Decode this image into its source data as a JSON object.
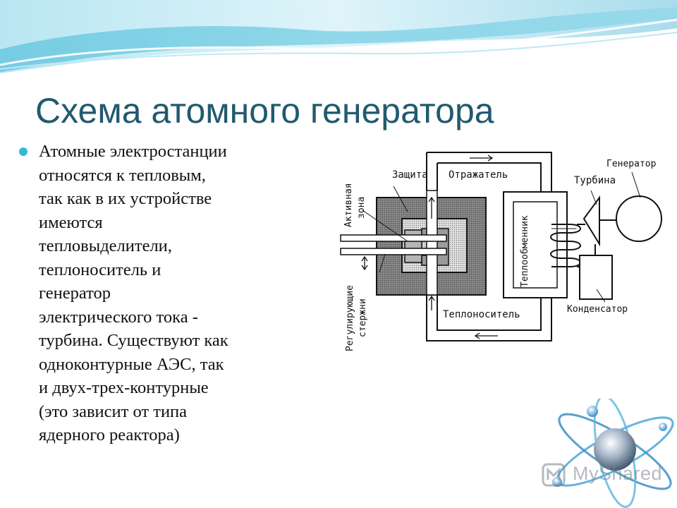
{
  "slide": {
    "title": "Схема атомного генератора",
    "body": "Атомные электростанции относятся к тепловым, так как в их устройстве имеются тепловыделители, теплоноситель и генератор электрического тока - турбина. Существуют как одноконтурные АЭС, так и двух-трех-контурные (это зависит от типа ядерного реактора)",
    "body_lines": [
      "Атомные электростанции",
      "относятся к тепловым,",
      "так как в их устройстве",
      "имеются",
      "тепловыделители,",
      "теплоноситель и",
      "генератор",
      "электрического тока -",
      "турбина. Существуют как",
      "одноконтурные АЭС, так",
      "и двух-трех-контурные",
      "(это зависит от типа",
      "ядерного реактора)"
    ],
    "watermark": "MyShared"
  },
  "diagram": {
    "labels": {
      "active_zone_1": "Активная",
      "active_zone_2": "зона",
      "protection": "Защита",
      "reflector": "Отражатель",
      "coolant": "Теплоноситель",
      "heat_exchanger": "Теплообменник",
      "turbine": "Турбина",
      "generator": "Генератор",
      "condenser": "Конденсатор",
      "rods_1": "Регулирующие",
      "rods_2": "стержни"
    }
  },
  "colors": {
    "title": "#215a6e",
    "bullet": "#33b8d4",
    "wave_light": "#cdeef6",
    "wave_mid": "#7fd2e6",
    "shield_fill": "#7a7a7a",
    "core_fill": "#cfcfcf"
  }
}
